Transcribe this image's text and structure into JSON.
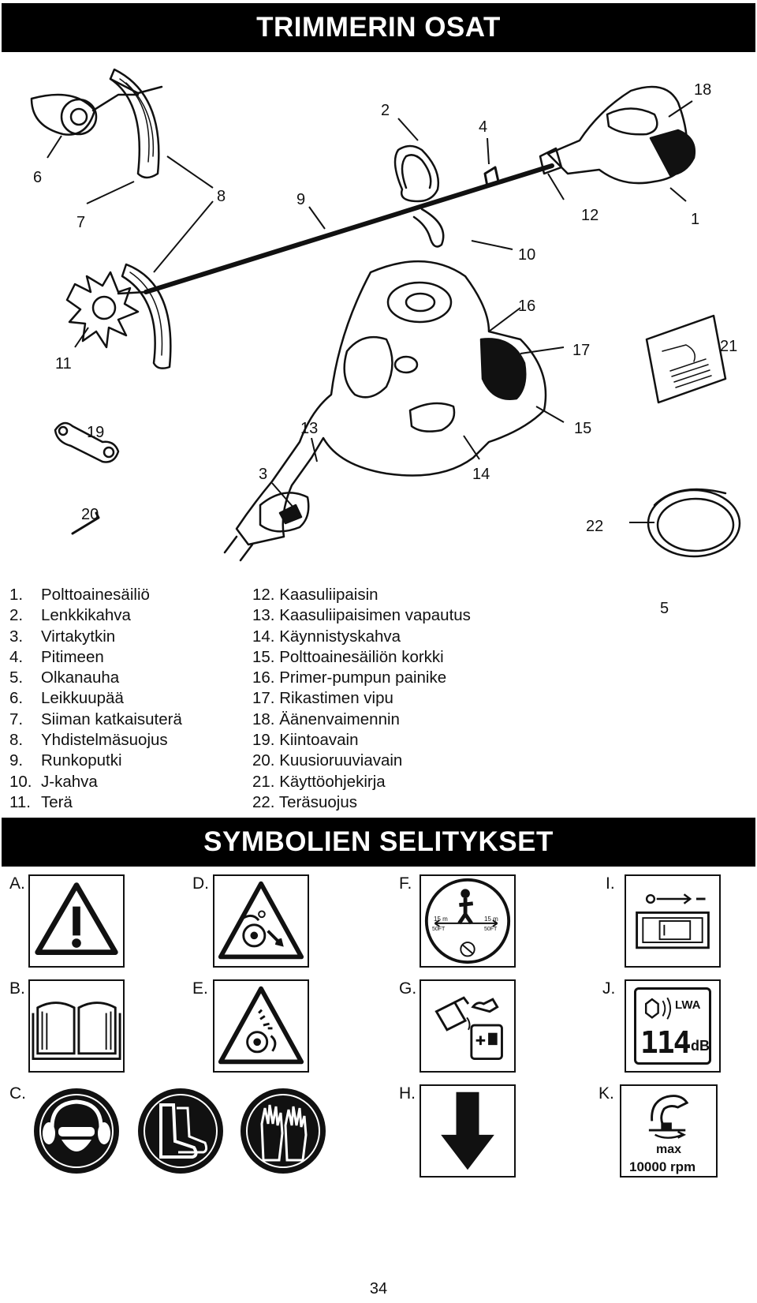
{
  "header": {
    "title": "TRIMMERIN OSAT"
  },
  "callouts": [
    "1",
    "2",
    "3",
    "4",
    "5",
    "6",
    "7",
    "8",
    "9",
    "10",
    "11",
    "12",
    "13",
    "14",
    "15",
    "16",
    "17",
    "18",
    "19",
    "20",
    "21",
    "22"
  ],
  "parts_left": [
    {
      "num": "1.",
      "label": "Polttoainesäiliö"
    },
    {
      "num": "2.",
      "label": "Lenkkikahva"
    },
    {
      "num": "3.",
      "label": "Virtakytkin"
    },
    {
      "num": "4.",
      "label": "Pitimeen"
    },
    {
      "num": "5.",
      "label": "Olkanauha"
    },
    {
      "num": "6.",
      "label": "Leikkuupää"
    },
    {
      "num": "7.",
      "label": "Siiman katkaisuterä"
    },
    {
      "num": "8.",
      "label": "Yhdistelmäsuojus"
    },
    {
      "num": "9.",
      "label": "Runkoputki"
    },
    {
      "num": "10.",
      "label": "J-kahva"
    },
    {
      "num": "11.",
      "label": "Terä"
    }
  ],
  "parts_right": [
    {
      "num": "12.",
      "label": "Kaasuliipaisin"
    },
    {
      "num": "13.",
      "label": "Kaasuliipaisimen vapautus"
    },
    {
      "num": "14.",
      "label": "Käynnistyskahva"
    },
    {
      "num": "15.",
      "label": "Polttoainesäiliön korkki"
    },
    {
      "num": "16.",
      "label": "Primer-pumpun painike"
    },
    {
      "num": "17.",
      "label": "Rikastimen vipu"
    },
    {
      "num": "18.",
      "label": "Äänenvaimennin"
    },
    {
      "num": "19.",
      "label": "Kiintoavain"
    },
    {
      "num": "20.",
      "label": "Kuusioruuviavain"
    },
    {
      "num": "21.",
      "label": "Käyttöohjekirja"
    },
    {
      "num": "22.",
      "label": "Teräsuojus"
    }
  ],
  "symbols": {
    "title": "SYMBOLIEN SELITYKSET",
    "letters": {
      "A": "A.",
      "B": "B.",
      "C": "C.",
      "D": "D.",
      "E": "E.",
      "F": "F.",
      "G": "G.",
      "H": "H.",
      "I": "I.",
      "J": "J.",
      "K": "K."
    },
    "f_distance_left": "15 m",
    "f_distance_left_ft": "50FT",
    "f_distance_right": "15 m",
    "f_distance_right_ft": "50FT",
    "j_lwa": "LWA",
    "j_level": "114",
    "j_unit": "dB",
    "k_max": "max",
    "k_rpm": "10000 rpm"
  },
  "footer": {
    "page_number": "34"
  }
}
